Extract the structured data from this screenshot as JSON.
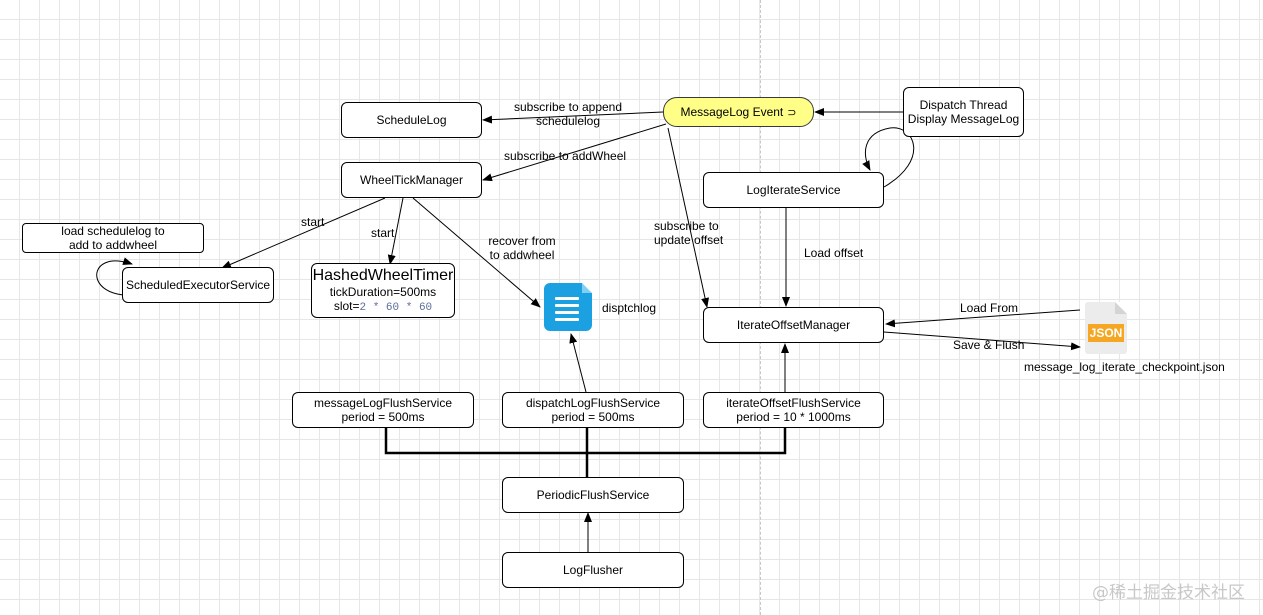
{
  "nodes": {
    "schedule_log": "ScheduleLog",
    "message_log_event": "MessageLog Event",
    "dispatch_thread": [
      "Dispatch Thread",
      "Display MessageLog"
    ],
    "wheel_tick_manager": "WheelTickManager",
    "log_iterate_service": "LogIterateService",
    "load_schedulelog_note": [
      "load schedulelog to",
      "add to addwheel"
    ],
    "scheduled_executor_service": "ScheduledExecutorService",
    "hashed_wheel_timer": {
      "title": "HashedWheelTimer",
      "tick_duration": "tickDuration=500ms",
      "slot_label": "slot=",
      "slot_value": "2 * 60 * 60"
    },
    "iterate_offset_manager": "IterateOffsetManager",
    "message_log_flush_service": [
      "messageLogFlushService",
      "period = 500ms"
    ],
    "dispatch_log_flush_service": [
      "dispatchLogFlushService",
      "period = 500ms"
    ],
    "iterate_offset_flush_service": [
      "iterateOffsetFlushService",
      "period = 10 * 1000ms"
    ],
    "periodic_flush_service": "PeriodicFlushService",
    "log_flusher": "LogFlusher"
  },
  "icons": {
    "dispatch_log": "document-icon",
    "checkpoint_file": "json-file-icon",
    "event_marker": "event-icon"
  },
  "files": {
    "dispatch_log_label": "disptchlog",
    "checkpoint_tag": "JSON",
    "checkpoint_label": "message_log_iterate_checkpoint.json"
  },
  "edges": {
    "subscribe_append": [
      "subscribe to append",
      "schedulelog"
    ],
    "subscribe_addwheel": "subscribe to addWheel",
    "subscribe_offset": [
      "subscribe to",
      "update offset"
    ],
    "start_executor": "start",
    "start_timer": "start",
    "recover": [
      "recover from",
      "to addwheel"
    ],
    "load_offset": "Load offset",
    "load_from": "Load From",
    "save_flush": "Save & Flush"
  },
  "colors": {
    "event_fill": "#ffff88",
    "document_blue": "#1ba1e2",
    "json_orange": "#f5a623"
  },
  "watermark": "@稀土掘金技术社区"
}
